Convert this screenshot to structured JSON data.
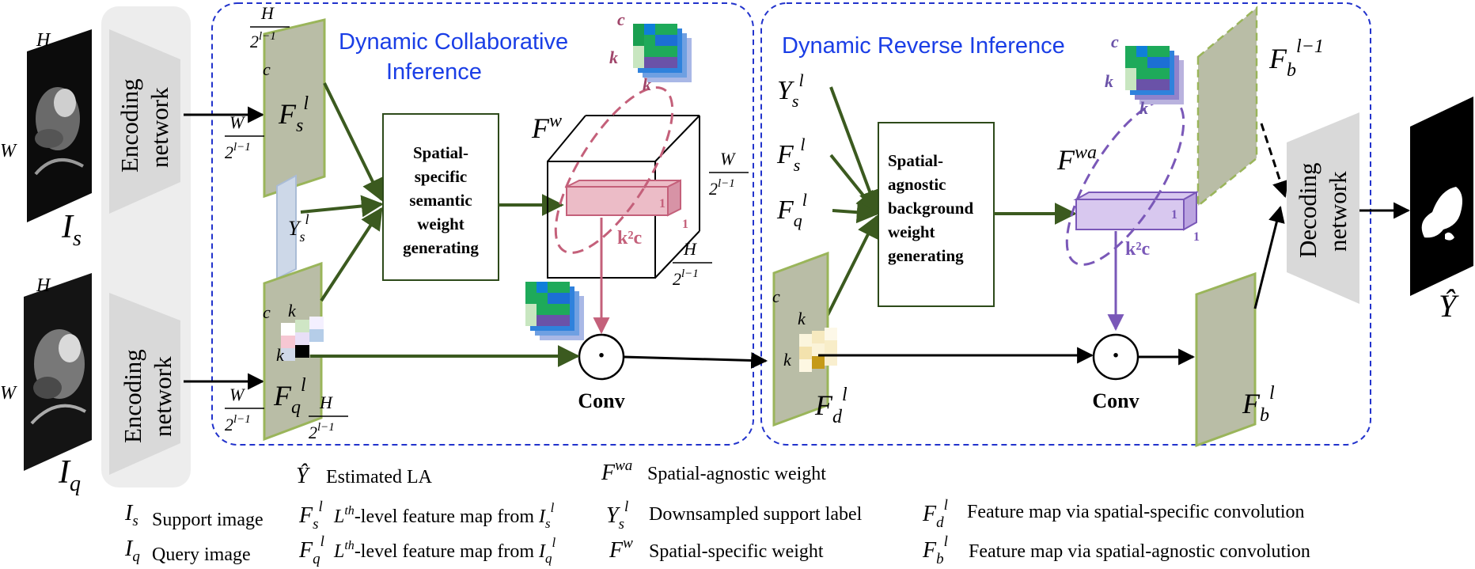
{
  "regions": {
    "collab_title_1": "Dynamic Collaborative",
    "collab_title_2": "Inference",
    "reverse_title": "Dynamic Reverse Inference"
  },
  "encoders": {
    "top_1": "Encoding",
    "top_2": "network",
    "bottom_1": "Encoding",
    "bottom_2": "network"
  },
  "decoder": {
    "line_1": "Decoding",
    "line_2": "network"
  },
  "boxes": {
    "semantic": [
      "Spatial-",
      "specific",
      "semantic",
      "weight",
      "generating"
    ],
    "background": [
      "Spatial-",
      "agnostic",
      "background",
      "weight",
      "generating"
    ]
  },
  "conv": {
    "left": "Conv",
    "right": "Conv",
    "dot": "·"
  },
  "symbols": {
    "H": "H",
    "W": "W",
    "c": "c",
    "k": "k",
    "one": "1",
    "k2c": "k²c",
    "I": "I",
    "s": "s",
    "q": "q",
    "F": "F",
    "Y": "Y",
    "l": "l",
    "d": "d",
    "b": "b",
    "w": "w",
    "wa": "wa",
    "Yhat": "Ŷ",
    "pow_l1": "l−1",
    "base2": "2",
    "Lth": "L",
    "th": "th"
  },
  "legend": {
    "yhat_desc": "Estimated LA",
    "fwa_desc": "Spatial-agnostic weight",
    "is_desc": "Support image",
    "fs_desc": "-level feature map from",
    "ys_desc": "Downsampled support label",
    "fd_desc": "Feature map via spatial-specific convolution",
    "iq_desc": "Query image",
    "fq_desc": "-level feature map from",
    "fw_desc": "Spatial-specific weight",
    "fb_desc": "Feature map via spatial-agnostic convolution"
  },
  "colors": {
    "dashed_border": "#2233cc",
    "region_title": "#1a3ee6",
    "feature_fill": "#b9bda6",
    "feature_edge": "#9ab55a",
    "arrow_green": "#3b5a1f",
    "pink": "#c4607a",
    "pink_fill": "#ecbcc7",
    "purple": "#7a58b8",
    "purple_fill": "#d8c8ef",
    "encoder_fill": "#d9d9d9"
  }
}
